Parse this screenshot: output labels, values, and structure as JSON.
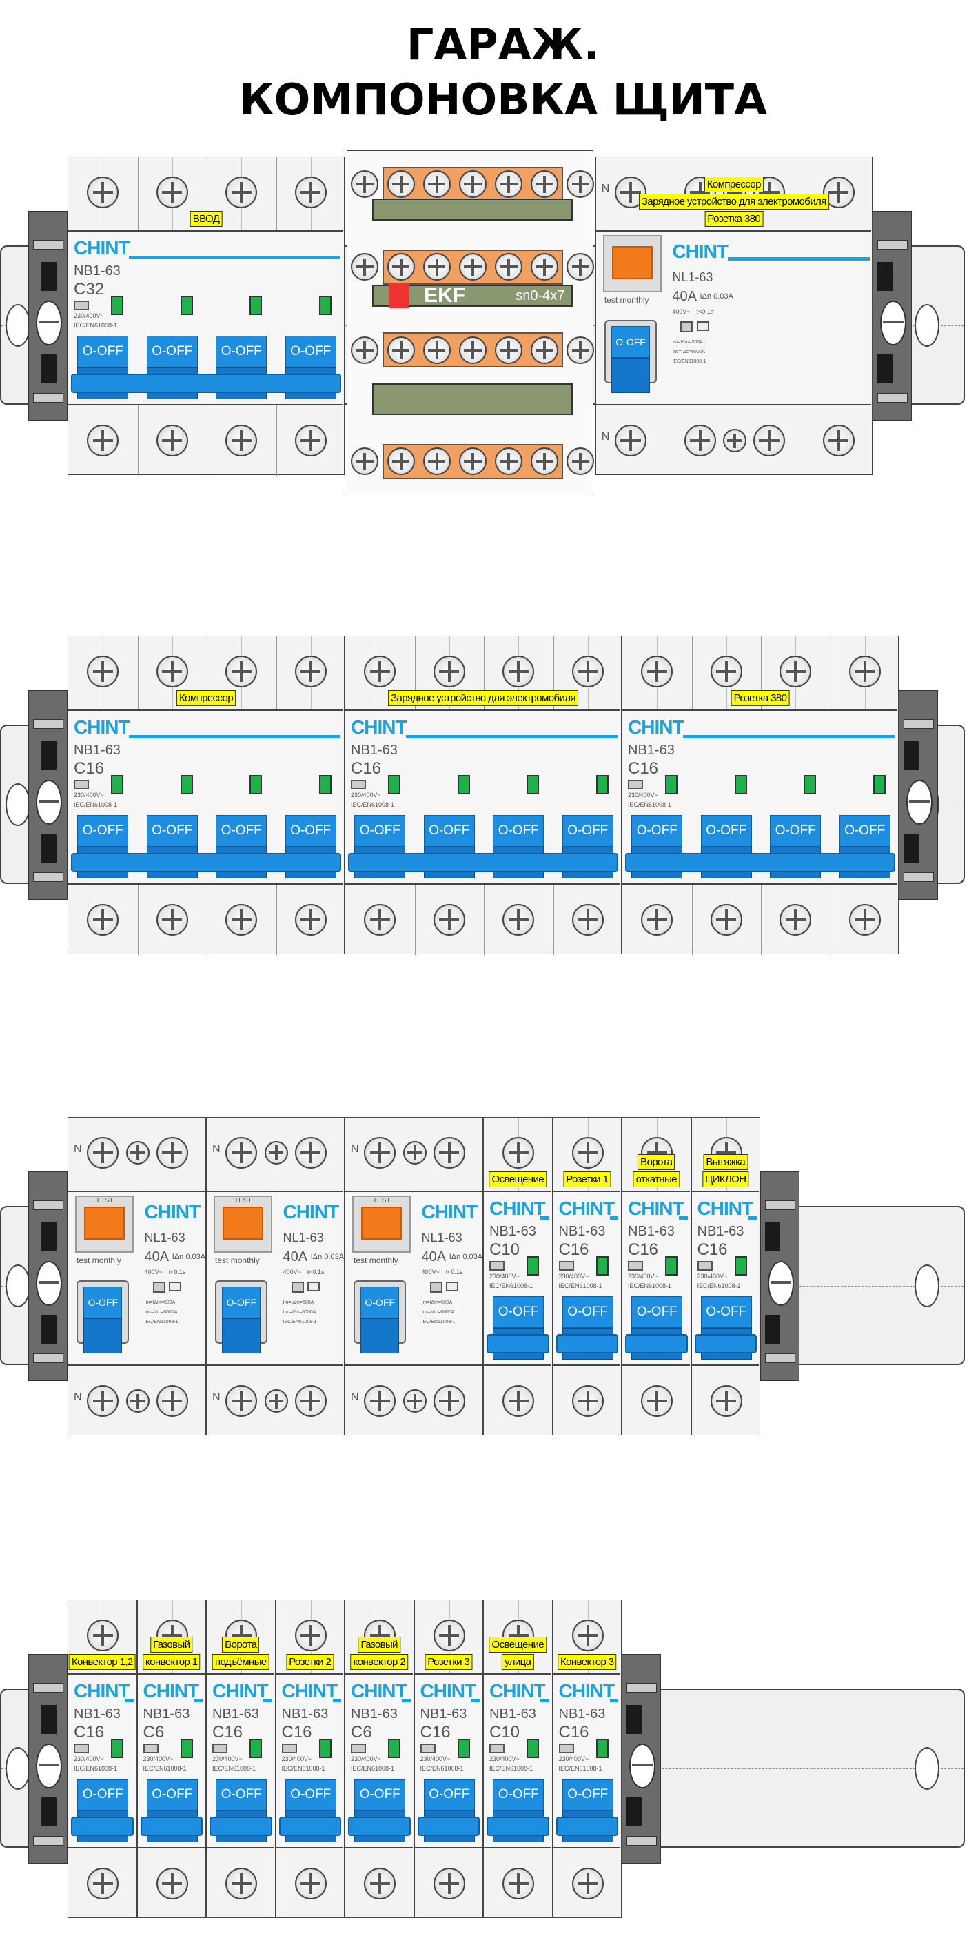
{
  "title": {
    "line1": "ГАРАЖ.",
    "line2": "КОМПОНОВКА ЩИТА"
  },
  "colors": {
    "brand_blue": "#1aa3e0",
    "toggle_blue": "#1e8fe0",
    "label_yellow": "#ffff00",
    "test_orange": "#f27a1a",
    "indicator_green": "#1db34a",
    "busbar_olive": "#8a9870"
  },
  "rows": [
    {
      "modules": [
        {
          "type": "mcb",
          "poles": 4,
          "brand": "CHINT",
          "model": "NB1-63",
          "rating": "C32",
          "volt": "230/400V~",
          "std": "IEC/EN61008-1",
          "toggle": "O-OFF",
          "labels": [
            "ВВОД"
          ]
        },
        {
          "type": "busbar",
          "brand": "EKF",
          "model": "sn0-4x7"
        },
        {
          "type": "rcd",
          "poles": 4,
          "brand": "CHINT",
          "model": "NL1-63",
          "rating": "40A",
          "sens": "IΔn 0.03A",
          "volt": "400V~",
          "time": "t<0.1s",
          "test": "test monthly",
          "n": "N",
          "spec1": "Im=IΔm=500A",
          "spec2": "Inc=IΔc=6000A",
          "std": "IEC/EN61008-1",
          "toggle": "O-OFF",
          "labels": [
            "Компрессор",
            "Зарядное устройство для электромобиля",
            "Розетка 380"
          ]
        }
      ]
    },
    {
      "modules": [
        {
          "type": "mcb",
          "poles": 4,
          "brand": "CHINT",
          "model": "NB1-63",
          "rating": "C16",
          "volt": "230/400V~",
          "std": "IEC/EN61008-1",
          "toggle": "O-OFF",
          "labels": [
            "Компрессор"
          ]
        },
        {
          "type": "mcb",
          "poles": 4,
          "brand": "CHINT",
          "model": "NB1-63",
          "rating": "C16",
          "volt": "230/400V~",
          "std": "IEC/EN61008-1",
          "toggle": "O-OFF",
          "labels": [
            "Зарядное устройство для электромобиля"
          ]
        },
        {
          "type": "mcb",
          "poles": 4,
          "brand": "CHINT",
          "model": "NB1-63",
          "rating": "C16",
          "volt": "230/400V~",
          "std": "IEC/EN61008-1",
          "toggle": "O-OFF",
          "labels": [
            "Розетка 380"
          ]
        }
      ]
    },
    {
      "modules": [
        {
          "type": "rcd",
          "poles": 2,
          "brand": "CHINT",
          "model": "NL1-63",
          "rating": "40A",
          "sens": "IΔn 0.03A",
          "volt": "400V~",
          "time": "t<0.1s",
          "test": "test monthly",
          "test_top": "TEST",
          "n": "N",
          "spec1": "Im=IΔm=500A",
          "spec2": "Inc=IΔc=6000A",
          "std": "IEC/EN61008-1",
          "toggle": "O-OFF",
          "labels": []
        },
        {
          "type": "rcd",
          "poles": 2,
          "brand": "CHINT",
          "model": "NL1-63",
          "rating": "40A",
          "sens": "IΔn 0.03A",
          "volt": "400V~",
          "time": "t<0.1s",
          "test": "test monthly",
          "test_top": "TEST",
          "n": "N",
          "spec1": "Im=IΔm=500A",
          "spec2": "Inc=IΔc=6000A",
          "std": "IEC/EN61008-1",
          "toggle": "O-OFF",
          "labels": []
        },
        {
          "type": "rcd",
          "poles": 2,
          "brand": "CHINT",
          "model": "NL1-63",
          "rating": "40A",
          "sens": "IΔn 0.03A",
          "volt": "400V~",
          "time": "t<0.1s",
          "test": "test monthly",
          "test_top": "TEST",
          "n": "N",
          "spec1": "Im=IΔm=500A",
          "spec2": "Inc=IΔc=6000A",
          "std": "IEC/EN61008-1",
          "toggle": "O-OFF",
          "labels": []
        },
        {
          "type": "mcb",
          "poles": 1,
          "brand": "CHINT",
          "model": "NB1-63",
          "rating": "C10",
          "volt": "230/400V~",
          "std": "IEC/EN61008-1",
          "toggle": "O-OFF",
          "labels": [
            "Освещение"
          ]
        },
        {
          "type": "mcb",
          "poles": 1,
          "brand": "CHINT",
          "model": "NB1-63",
          "rating": "C16",
          "volt": "230/400V~",
          "std": "IEC/EN61008-1",
          "toggle": "O-OFF",
          "labels": [
            "Розетки 1"
          ]
        },
        {
          "type": "mcb",
          "poles": 1,
          "brand": "CHINT",
          "model": "NB1-63",
          "rating": "C16",
          "volt": "230/400V~",
          "std": "IEC/EN61008-1",
          "toggle": "O-OFF",
          "labels": [
            "Ворота",
            "откатные"
          ]
        },
        {
          "type": "mcb",
          "poles": 1,
          "brand": "CHINT",
          "model": "NB1-63",
          "rating": "C16",
          "volt": "230/400V~",
          "std": "IEC/EN61008-1",
          "toggle": "O-OFF",
          "labels": [
            "Вытяжка",
            "ЦИКЛОН"
          ]
        }
      ]
    },
    {
      "modules": [
        {
          "type": "mcb",
          "poles": 1,
          "brand": "CHINT",
          "model": "NB1-63",
          "rating": "C16",
          "volt": "230/400V~",
          "std": "IEC/EN61008-1",
          "toggle": "O-OFF",
          "labels": [
            "Конвектор 1,2"
          ]
        },
        {
          "type": "mcb",
          "poles": 1,
          "brand": "CHINT",
          "model": "NB1-63",
          "rating": "C6",
          "volt": "230/400V~",
          "std": "IEC/EN61008-1",
          "toggle": "O-OFF",
          "labels": [
            "Газовый",
            "конвектор 1"
          ]
        },
        {
          "type": "mcb",
          "poles": 1,
          "brand": "CHINT",
          "model": "NB1-63",
          "rating": "C16",
          "volt": "230/400V~",
          "std": "IEC/EN61008-1",
          "toggle": "O-OFF",
          "labels": [
            "Ворота",
            "подъёмные"
          ]
        },
        {
          "type": "mcb",
          "poles": 1,
          "brand": "CHINT",
          "model": "NB1-63",
          "rating": "C16",
          "volt": "230/400V~",
          "std": "IEC/EN61008-1",
          "toggle": "O-OFF",
          "labels": [
            "Розетки 2"
          ]
        },
        {
          "type": "mcb",
          "poles": 1,
          "brand": "CHINT",
          "model": "NB1-63",
          "rating": "C6",
          "volt": "230/400V~",
          "std": "IEC/EN61008-1",
          "toggle": "O-OFF",
          "labels": [
            "Газовый",
            "конвектор 2"
          ]
        },
        {
          "type": "mcb",
          "poles": 1,
          "brand": "CHINT",
          "model": "NB1-63",
          "rating": "C16",
          "volt": "230/400V~",
          "std": "IEC/EN61008-1",
          "toggle": "O-OFF",
          "labels": [
            "Розетки 3"
          ]
        },
        {
          "type": "mcb",
          "poles": 1,
          "brand": "CHINT",
          "model": "NB1-63",
          "rating": "C10",
          "volt": "230/400V~",
          "std": "IEC/EN61008-1",
          "toggle": "O-OFF",
          "labels": [
            "Освещение",
            "улица"
          ]
        },
        {
          "type": "mcb",
          "poles": 1,
          "brand": "CHINT",
          "model": "NB1-63",
          "rating": "C16",
          "volt": "230/400V~",
          "std": "IEC/EN61008-1",
          "toggle": "O-OFF",
          "labels": [
            "Конвектор 3"
          ]
        }
      ]
    }
  ]
}
